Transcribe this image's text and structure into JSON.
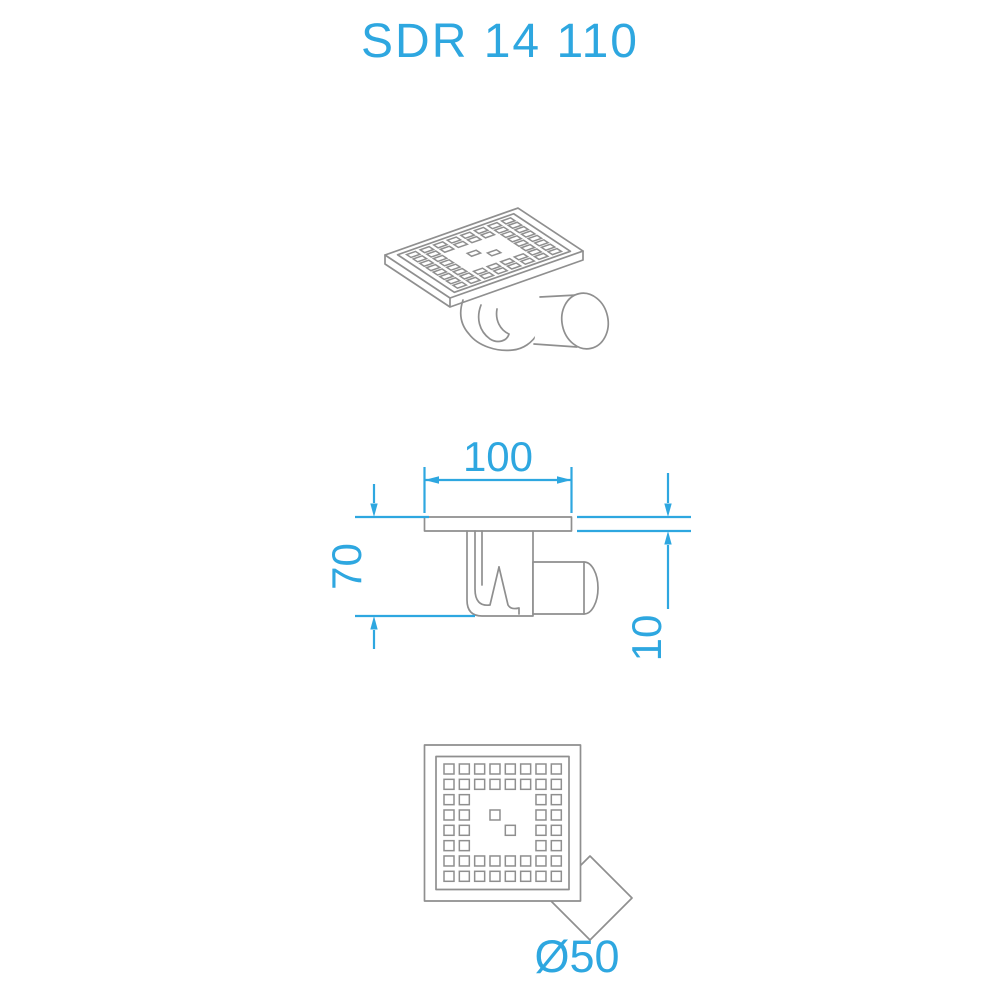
{
  "title": "SDR 14 110",
  "colors": {
    "dimension_blue": "#2ea7e0",
    "line_gray": "#8f8f8f",
    "background": "#ffffff"
  },
  "labels": {
    "width": "100",
    "height": "70",
    "grate_thickness": "10",
    "outlet_diameter": "Ø50"
  },
  "grate_pattern": {
    "rows": 8,
    "cols": 8,
    "cells": [
      "11111111",
      "11111111",
      "11000011",
      "11010011",
      "11001011",
      "11000011",
      "11111111",
      "11111111"
    ]
  }
}
